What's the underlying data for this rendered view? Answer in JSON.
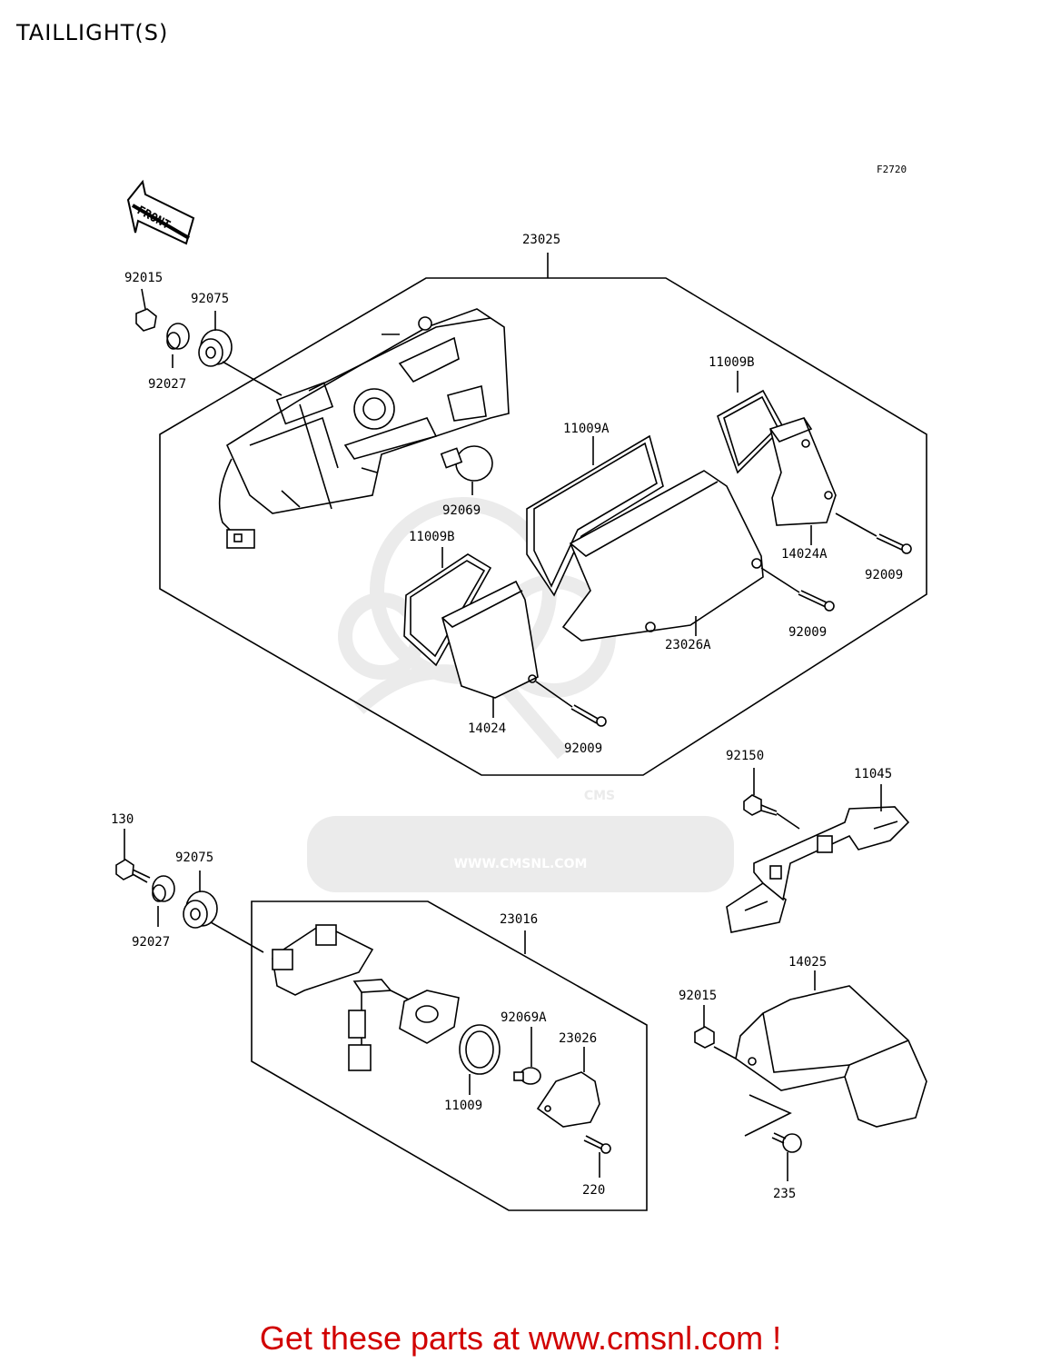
{
  "title": "TAILLIGHT(S)",
  "figure_code": "F2720",
  "front_arrow_label": "FRONT",
  "watermark": {
    "brand": "CMS",
    "url": "WWW.CMSNL.COM"
  },
  "part_labels": {
    "p23025": "23025",
    "p92015_top": "92015",
    "p92075_top": "92075",
    "p92027_top": "92027",
    "p11009B_right": "11009B",
    "p11009A": "11009A",
    "p92069": "92069",
    "p11009B_left": "11009B",
    "p14024A": "14024A",
    "p92009_right": "92009",
    "p92009_mid": "92009",
    "p23026A": "23026A",
    "p14024": "14024",
    "p92009_bottom": "92009",
    "p92150": "92150",
    "p11045": "11045",
    "p130": "130",
    "p92075_bottom": "92075",
    "p92027_bottom": "92027",
    "p23016": "23016",
    "p14025": "14025",
    "p92015_bottom": "92015",
    "p92069A": "92069A",
    "p23026": "23026",
    "p11009": "11009",
    "p220": "220",
    "p235": "235"
  },
  "footer": "Get these parts at www.cmsnl.com !",
  "colors": {
    "footer": "#d10000",
    "watermark": "#ebebeb",
    "line": "#000000"
  }
}
